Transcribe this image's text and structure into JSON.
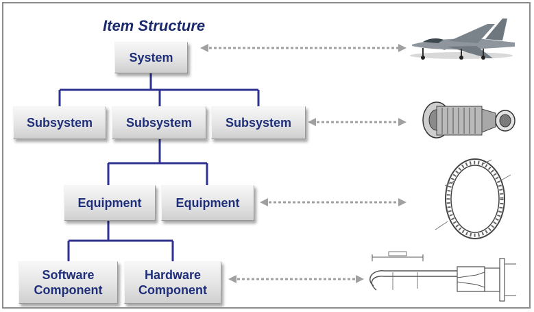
{
  "title": "Item Structure",
  "levels": {
    "system": "System",
    "subsystem_1": "Subsystem",
    "subsystem_2": "Subsystem",
    "subsystem_3": "Subsystem",
    "equipment_1": "Equipment",
    "equipment_2": "Equipment",
    "software_line1": "Software",
    "software_line2": "Component",
    "hardware_line1": "Hardware",
    "hardware_line2": "Component"
  },
  "images": {
    "system": "fighter-jet",
    "subsystem": "jet-engine",
    "equipment": "engine-ring",
    "component": "technical-drawing"
  },
  "colors": {
    "title": "#1a2a6c",
    "connector": "#2e3192",
    "node_text": "#1f2f7a",
    "arrow": "#a0a0a0"
  }
}
